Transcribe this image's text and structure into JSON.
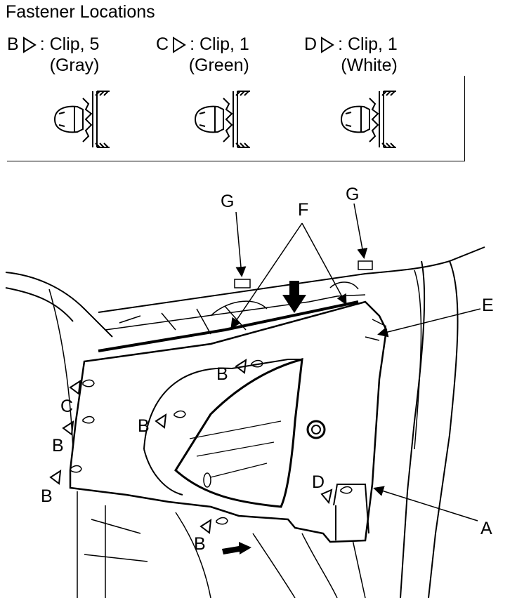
{
  "title": "Fastener Locations",
  "legend": [
    {
      "letter": "B",
      "type": "Clip, 5",
      "color": "(Gray)"
    },
    {
      "letter": "C",
      "type": "Clip, 1",
      "color": "(Green)"
    },
    {
      "letter": "D",
      "type": "Clip, 1",
      "color": "(White)"
    }
  ],
  "callouts": {
    "A": "A",
    "B": "B",
    "C": "C",
    "D": "D",
    "E": "E",
    "F": "F",
    "G": "G"
  }
}
